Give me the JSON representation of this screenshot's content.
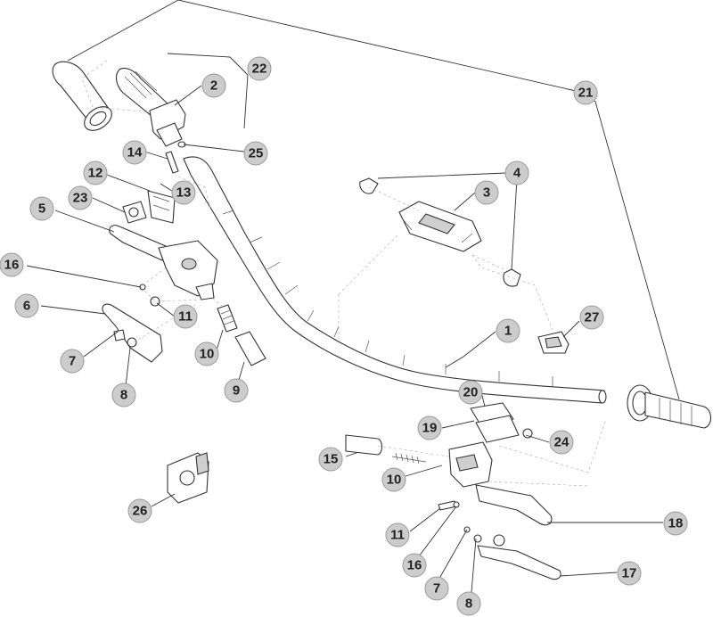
{
  "diagram": {
    "callouts": [
      {
        "label": "1"
      },
      {
        "label": "2"
      },
      {
        "label": "3"
      },
      {
        "label": "4"
      },
      {
        "label": "5"
      },
      {
        "label": "6"
      },
      {
        "label": "7"
      },
      {
        "label": "8"
      },
      {
        "label": "9"
      },
      {
        "label": "10"
      },
      {
        "label": "11"
      },
      {
        "label": "12"
      },
      {
        "label": "13"
      },
      {
        "label": "14"
      },
      {
        "label": "15"
      },
      {
        "label": "16"
      },
      {
        "label": "17"
      },
      {
        "label": "18"
      },
      {
        "label": "19"
      },
      {
        "label": "20"
      },
      {
        "label": "21"
      },
      {
        "label": "22"
      },
      {
        "label": "23"
      },
      {
        "label": "24"
      },
      {
        "label": "25"
      },
      {
        "label": "26"
      },
      {
        "label": "27"
      },
      {
        "label": "7"
      },
      {
        "label": "8"
      },
      {
        "label": "10"
      },
      {
        "label": "11"
      },
      {
        "label": "16"
      }
    ]
  }
}
